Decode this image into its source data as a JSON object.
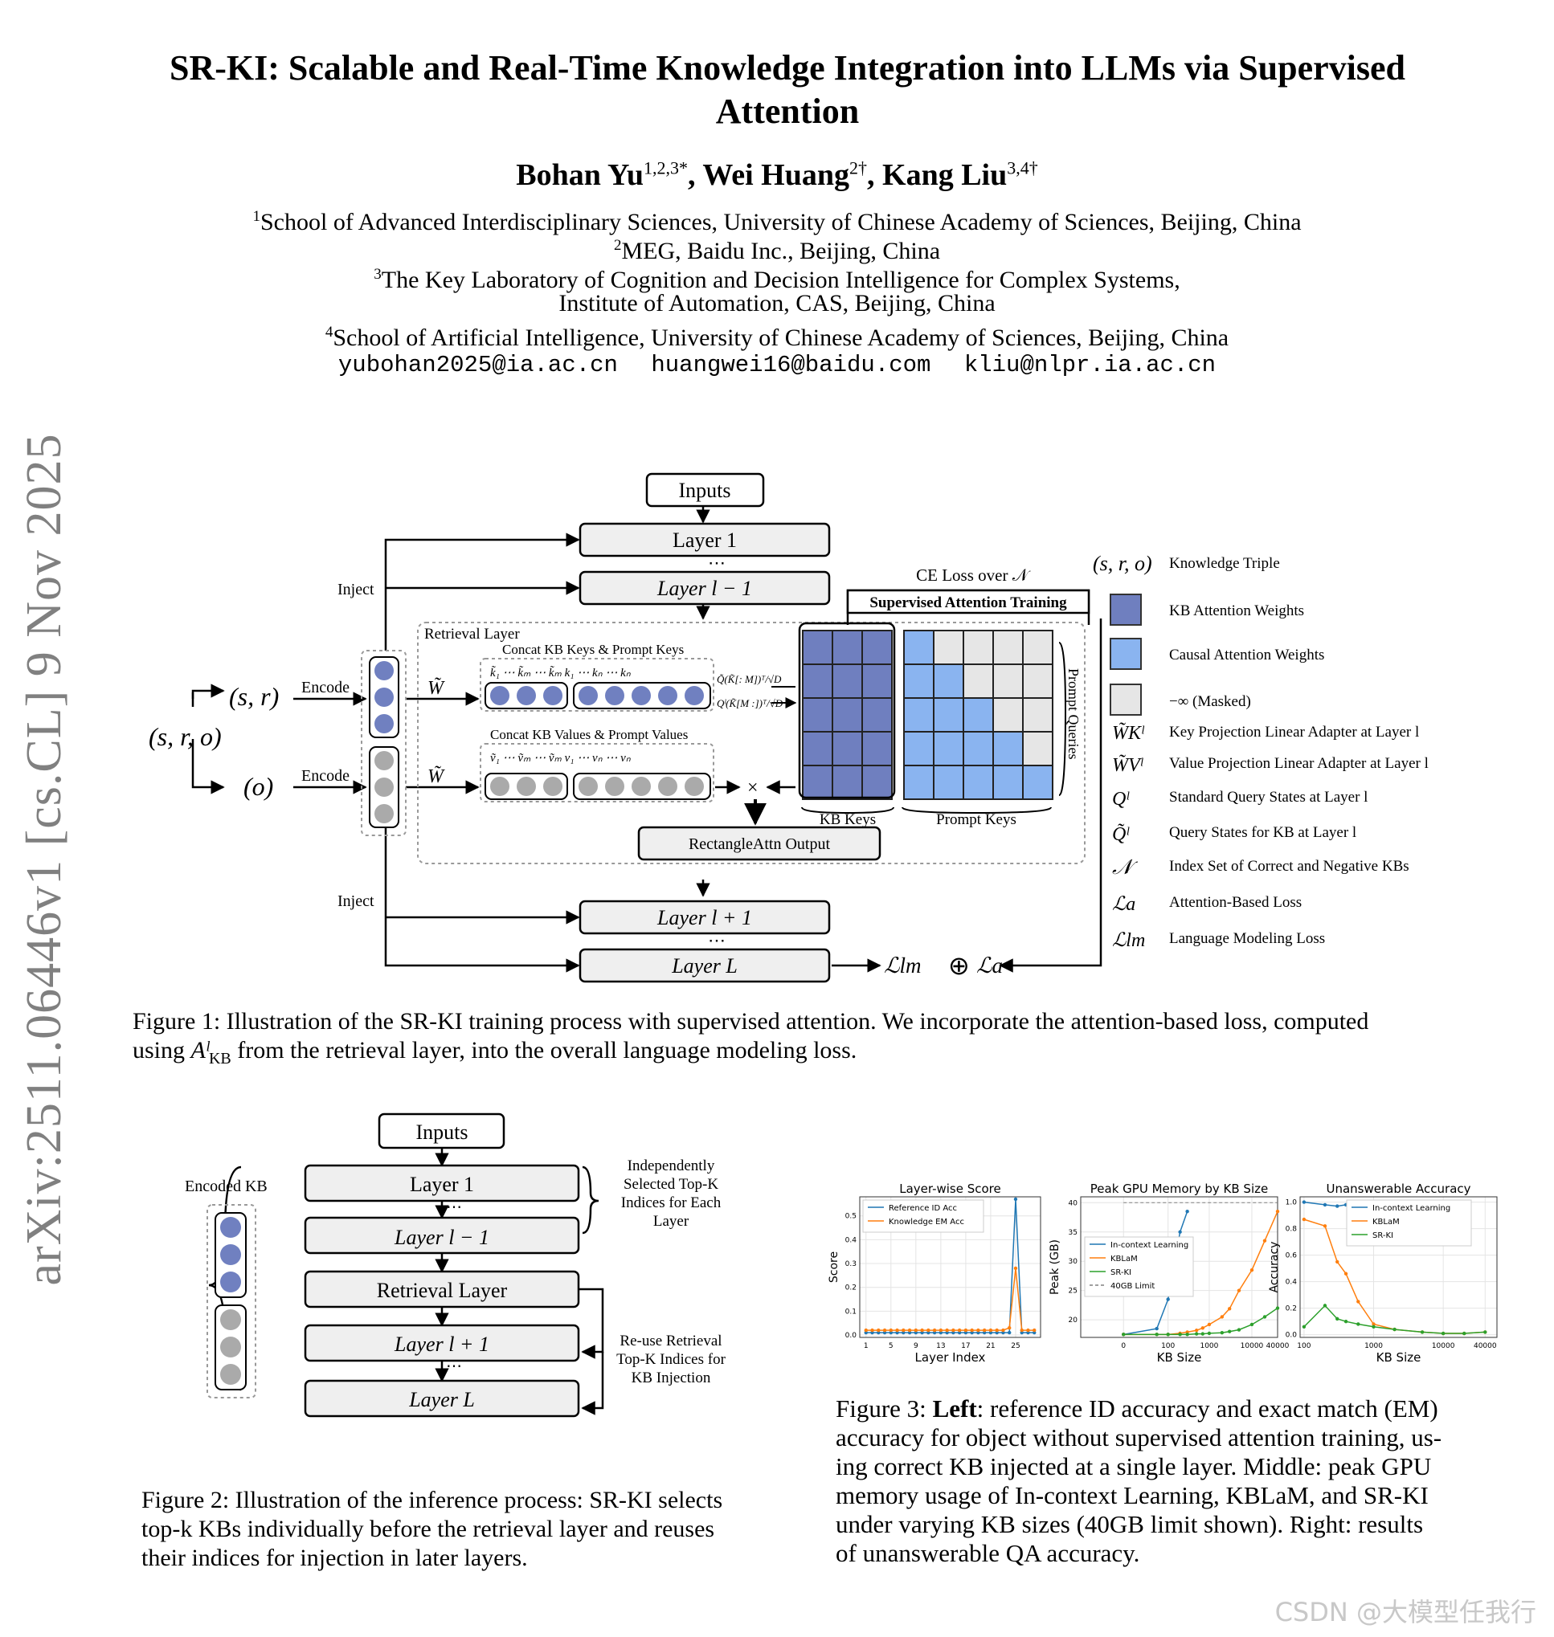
{
  "paper": {
    "title_line1": "SR-KI: Scalable and Real-Time Knowledge Integration into LLMs via Supervised",
    "title_line2": "Attention",
    "authors": [
      {
        "name": "Bohan Yu",
        "sup": "1,2,3*"
      },
      {
        "name": "Wei Huang",
        "sup": "2†"
      },
      {
        "name": "Kang Liu",
        "sup": "3,4†"
      }
    ],
    "affiliations": [
      {
        "sup": "1",
        "text": "School of Advanced Interdisciplinary Sciences, University of Chinese Academy of Sciences, Beijing, China"
      },
      {
        "sup": "2",
        "text": "MEG, Baidu Inc., Beijing, China"
      },
      {
        "sup": "3",
        "text": "The Key Laboratory of Cognition and Decision Intelligence for Complex Systems,"
      },
      {
        "sup": "",
        "text": "Institute of Automation, CAS, Beijing, China"
      },
      {
        "sup": "4",
        "text": "School of Artificial Intelligence, University of Chinese Academy of Sciences, Beijing, China"
      }
    ],
    "emails": [
      "yubohan2025@ia.ac.cn",
      "huangwei16@baidu.com",
      "kliu@nlpr.ia.ac.cn"
    ],
    "arxiv_stamp": "arXiv:2511.06446v1  [cs.CL]  9 Nov 2025"
  },
  "figure1": {
    "inputs": "Inputs",
    "layer1": "Layer 1",
    "layer_l_minus_1": "Layer l − 1",
    "layer_l_plus_1": "Layer l + 1",
    "layer_L": "Layer L",
    "dots": "⋯",
    "inject": "Inject",
    "encode": "Encode",
    "triple": "(s, r, o)",
    "sr": "(s, r)",
    "o": "(o)",
    "retrieval_layer": "Retrieval Layer",
    "concat_keys": "Concat KB Keys & Prompt Keys",
    "concat_values": "Concat KB Values & Prompt Values",
    "wk": "W̃",
    "wv": "W̃",
    "key_terms": "k̃₁ ⋯ k̃ₘ ⋯ k̃ₘ    k₁ ⋯ kₙ ⋯ kₙ",
    "value_terms": "ṽ₁ ⋯ ṽₘ ⋯ ṽₘ    v₁ ⋯ vₙ ⋯ vₙ",
    "formula_top": "Q̃(K̃[: M])ᵀ/√D",
    "formula_bot": "Qˡ(K̃[M :])ᵀ/√D",
    "times": "×",
    "rect_output": "RectangleAttn Output",
    "ce_loss": "CE Loss over 𝒩",
    "supervised": "Supervised Attention Training",
    "kb_keys": "KB Keys",
    "prompt_keys": "Prompt Keys",
    "prompt_queries": "Prompt Queries",
    "loss_lm": "ℒlm",
    "oplus": "⊕",
    "loss_a": "ℒa",
    "legend": [
      {
        "sym": "(s, r, o)",
        "text": "Knowledge Triple"
      },
      {
        "sym": "",
        "text": "KB Attention Weights"
      },
      {
        "sym": "",
        "text": "Causal Attention Weights"
      },
      {
        "sym": "",
        "text": "−∞ (Masked)"
      },
      {
        "sym": "W̃Kˡ",
        "text": "Key Projection Linear Adapter at Layer l"
      },
      {
        "sym": "W̃Vˡ",
        "text": "Value Projection Linear Adapter at Layer l"
      },
      {
        "sym": "Qˡ",
        "text": "Standard Query States at Layer l"
      },
      {
        "sym": "Q̃ˡ",
        "text": "Query States for KB at Layer l"
      },
      {
        "sym": "𝒩",
        "text": "Index Set of Correct and Negative KBs"
      },
      {
        "sym": "ℒa",
        "text": "Attention-Based Loss"
      },
      {
        "sym": "ℒlm",
        "text": "Language Modeling Loss"
      }
    ],
    "colors": {
      "kb": "#6f7fbf",
      "causal": "#8ab4f0",
      "masked": "#e6e6e6",
      "box": "#efefef"
    },
    "caption_1": "Figure 1: Illustration of the SR-KI training process with supervised attention. We incorporate the attention-based loss, computed",
    "caption_2a": "using ",
    "caption_2sym": "Aˡ",
    "caption_2sub": "KB",
    "caption_2b": " from the retrieval layer, into the overall language modeling loss."
  },
  "figure2": {
    "inputs": "Inputs",
    "layer1": "Layer 1",
    "layer_l_minus_1": "Layer l − 1",
    "retrieval": "Retrieval Layer",
    "layer_l_plus_1": "Layer l + 1",
    "layer_L": "Layer L",
    "dots": "⋯",
    "encoded_kb": "Encoded KB",
    "note_top": [
      "Independently",
      "Selected Top-K",
      "Indices for Each",
      "Layer"
    ],
    "note_bot": [
      "Re-use Retrieval",
      "Top-K Indices for",
      "KB Injection"
    ],
    "caption": [
      "Figure 2: Illustration of the inference process: SR-KI selects",
      "top-k KBs individually before the retrieval layer and reuses",
      "their indices for injection in later layers."
    ]
  },
  "figure3": {
    "caption": [
      {
        "b": "Figure 3: ",
        "bold": "Left",
        "rest": ": reference ID accuracy and exact match (EM)"
      },
      {
        "b": "",
        "bold": "",
        "rest": "accuracy for object without supervised attention training, us-"
      },
      {
        "b": "",
        "bold": "",
        "rest": "ing correct KB injected at a single layer. Middle: peak GPU"
      },
      {
        "b": "",
        "bold": "",
        "rest": "memory usage of In-context Learning, KBLaM, and SR-KI"
      },
      {
        "b": "",
        "bold": "",
        "rest": "under varying KB sizes (40GB limit shown). Right: results"
      },
      {
        "b": "",
        "bold": "",
        "rest": "of unanswerable QA accuracy."
      }
    ]
  },
  "chart_data": [
    {
      "type": "line",
      "title": "Layer-wise Score",
      "xlabel": "Layer Index",
      "ylabel": "Score",
      "x_ticks": [
        "1",
        "5",
        "9",
        "13",
        "17",
        "21",
        "25"
      ],
      "y_ticks": [
        "0.0",
        "0.1",
        "0.2",
        "0.3",
        "0.4",
        "0.5"
      ],
      "xlim": [
        0,
        29
      ],
      "ylim": [
        -0.01,
        0.58
      ],
      "legend_position": "top-left",
      "grid": true,
      "series": [
        {
          "name": "Reference ID Acc",
          "color": "#1f77b4",
          "x": [
            1,
            2,
            3,
            4,
            5,
            6,
            7,
            8,
            9,
            10,
            11,
            12,
            13,
            14,
            15,
            16,
            17,
            18,
            19,
            20,
            21,
            22,
            23,
            24,
            25,
            26,
            27,
            28
          ],
          "values": [
            0.01,
            0.01,
            0.01,
            0.01,
            0.01,
            0.01,
            0.01,
            0.01,
            0.01,
            0.01,
            0.01,
            0.01,
            0.01,
            0.01,
            0.01,
            0.01,
            0.01,
            0.01,
            0.01,
            0.01,
            0.01,
            0.01,
            0.01,
            0.01,
            0.57,
            0.01,
            0.01,
            0.01
          ]
        },
        {
          "name": "Knowledge EM Acc",
          "color": "#ff7f0e",
          "x": [
            1,
            2,
            3,
            4,
            5,
            6,
            7,
            8,
            9,
            10,
            11,
            12,
            13,
            14,
            15,
            16,
            17,
            18,
            19,
            20,
            21,
            22,
            23,
            24,
            25,
            26,
            27,
            28
          ],
          "values": [
            0.02,
            0.02,
            0.02,
            0.02,
            0.02,
            0.02,
            0.02,
            0.02,
            0.02,
            0.02,
            0.02,
            0.02,
            0.02,
            0.02,
            0.02,
            0.02,
            0.02,
            0.02,
            0.02,
            0.02,
            0.02,
            0.02,
            0.02,
            0.03,
            0.28,
            0.02,
            0.02,
            0.02
          ]
        }
      ]
    },
    {
      "type": "line",
      "title": "Peak GPU Memory by KB Size",
      "xlabel": "KB Size",
      "ylabel": "Peak (GB)",
      "x_ticks": [
        "0",
        "100",
        "1000",
        "10000",
        "40000"
      ],
      "y_ticks": [
        "20",
        "25",
        "30",
        "35",
        "40"
      ],
      "ylim": [
        17,
        41
      ],
      "grid": true,
      "legend_position": "center-left",
      "series": [
        {
          "name": "In-context Learning",
          "color": "#1f77b4",
          "x": [
            0,
            50,
            100,
            200,
            300
          ],
          "values": [
            17.5,
            18.5,
            23.5,
            35,
            38.5
          ]
        },
        {
          "name": "KBLaM",
          "color": "#ff7f0e",
          "x": [
            0,
            50,
            100,
            200,
            300,
            500,
            700,
            1000,
            2000,
            3000,
            5000,
            10000,
            20000,
            40000
          ],
          "values": [
            17.5,
            17.5,
            17.5,
            17.7,
            17.9,
            18.2,
            18.6,
            19.2,
            20.5,
            21.9,
            25,
            28.5,
            33.5,
            38.5
          ]
        },
        {
          "name": "SR-KI",
          "color": "#2ca02c",
          "x": [
            0,
            50,
            100,
            200,
            300,
            500,
            700,
            1000,
            2000,
            3000,
            5000,
            10000,
            20000,
            40000
          ],
          "values": [
            17.5,
            17.5,
            17.5,
            17.5,
            17.5,
            17.6,
            17.6,
            17.7,
            17.8,
            18,
            18.3,
            19.2,
            20.5,
            22
          ]
        },
        {
          "name": "40GB Limit",
          "color": "#808080",
          "dashed": true,
          "x": [
            0,
            40000
          ],
          "values": [
            40,
            40
          ]
        }
      ]
    },
    {
      "type": "line",
      "title": "Unanswerable Accuracy",
      "xlabel": "KB Size",
      "ylabel": "Accuracy",
      "x_ticks": [
        "100",
        "1000",
        "10000",
        "40000"
      ],
      "y_ticks": [
        "0.0",
        "0.2",
        "0.4",
        "0.6",
        "0.8",
        "1.0"
      ],
      "ylim": [
        -0.02,
        1.04
      ],
      "grid": true,
      "legend_position": "top-right",
      "series": [
        {
          "name": "In-context Learning",
          "color": "#1f77b4",
          "x": [
            100,
            200,
            300,
            400
          ],
          "values": [
            1.0,
            0.98,
            0.97,
            0.98
          ]
        },
        {
          "name": "KBLaM",
          "color": "#ff7f0e",
          "x": [
            100,
            200,
            300,
            400,
            600,
            1000,
            2000,
            5000,
            10000,
            20000,
            40000
          ],
          "values": [
            0.87,
            0.82,
            0.55,
            0.46,
            0.25,
            0.08,
            0.04,
            0.02,
            0.01,
            0.01,
            0.02
          ]
        },
        {
          "name": "SR-KI",
          "color": "#2ca02c",
          "x": [
            100,
            200,
            300,
            400,
            600,
            1000,
            2000,
            5000,
            10000,
            20000,
            40000
          ],
          "values": [
            0.06,
            0.22,
            0.12,
            0.1,
            0.08,
            0.06,
            0.04,
            0.02,
            0.01,
            0.01,
            0.02
          ]
        }
      ]
    }
  ],
  "watermark": "CSDN @大模型任我行"
}
